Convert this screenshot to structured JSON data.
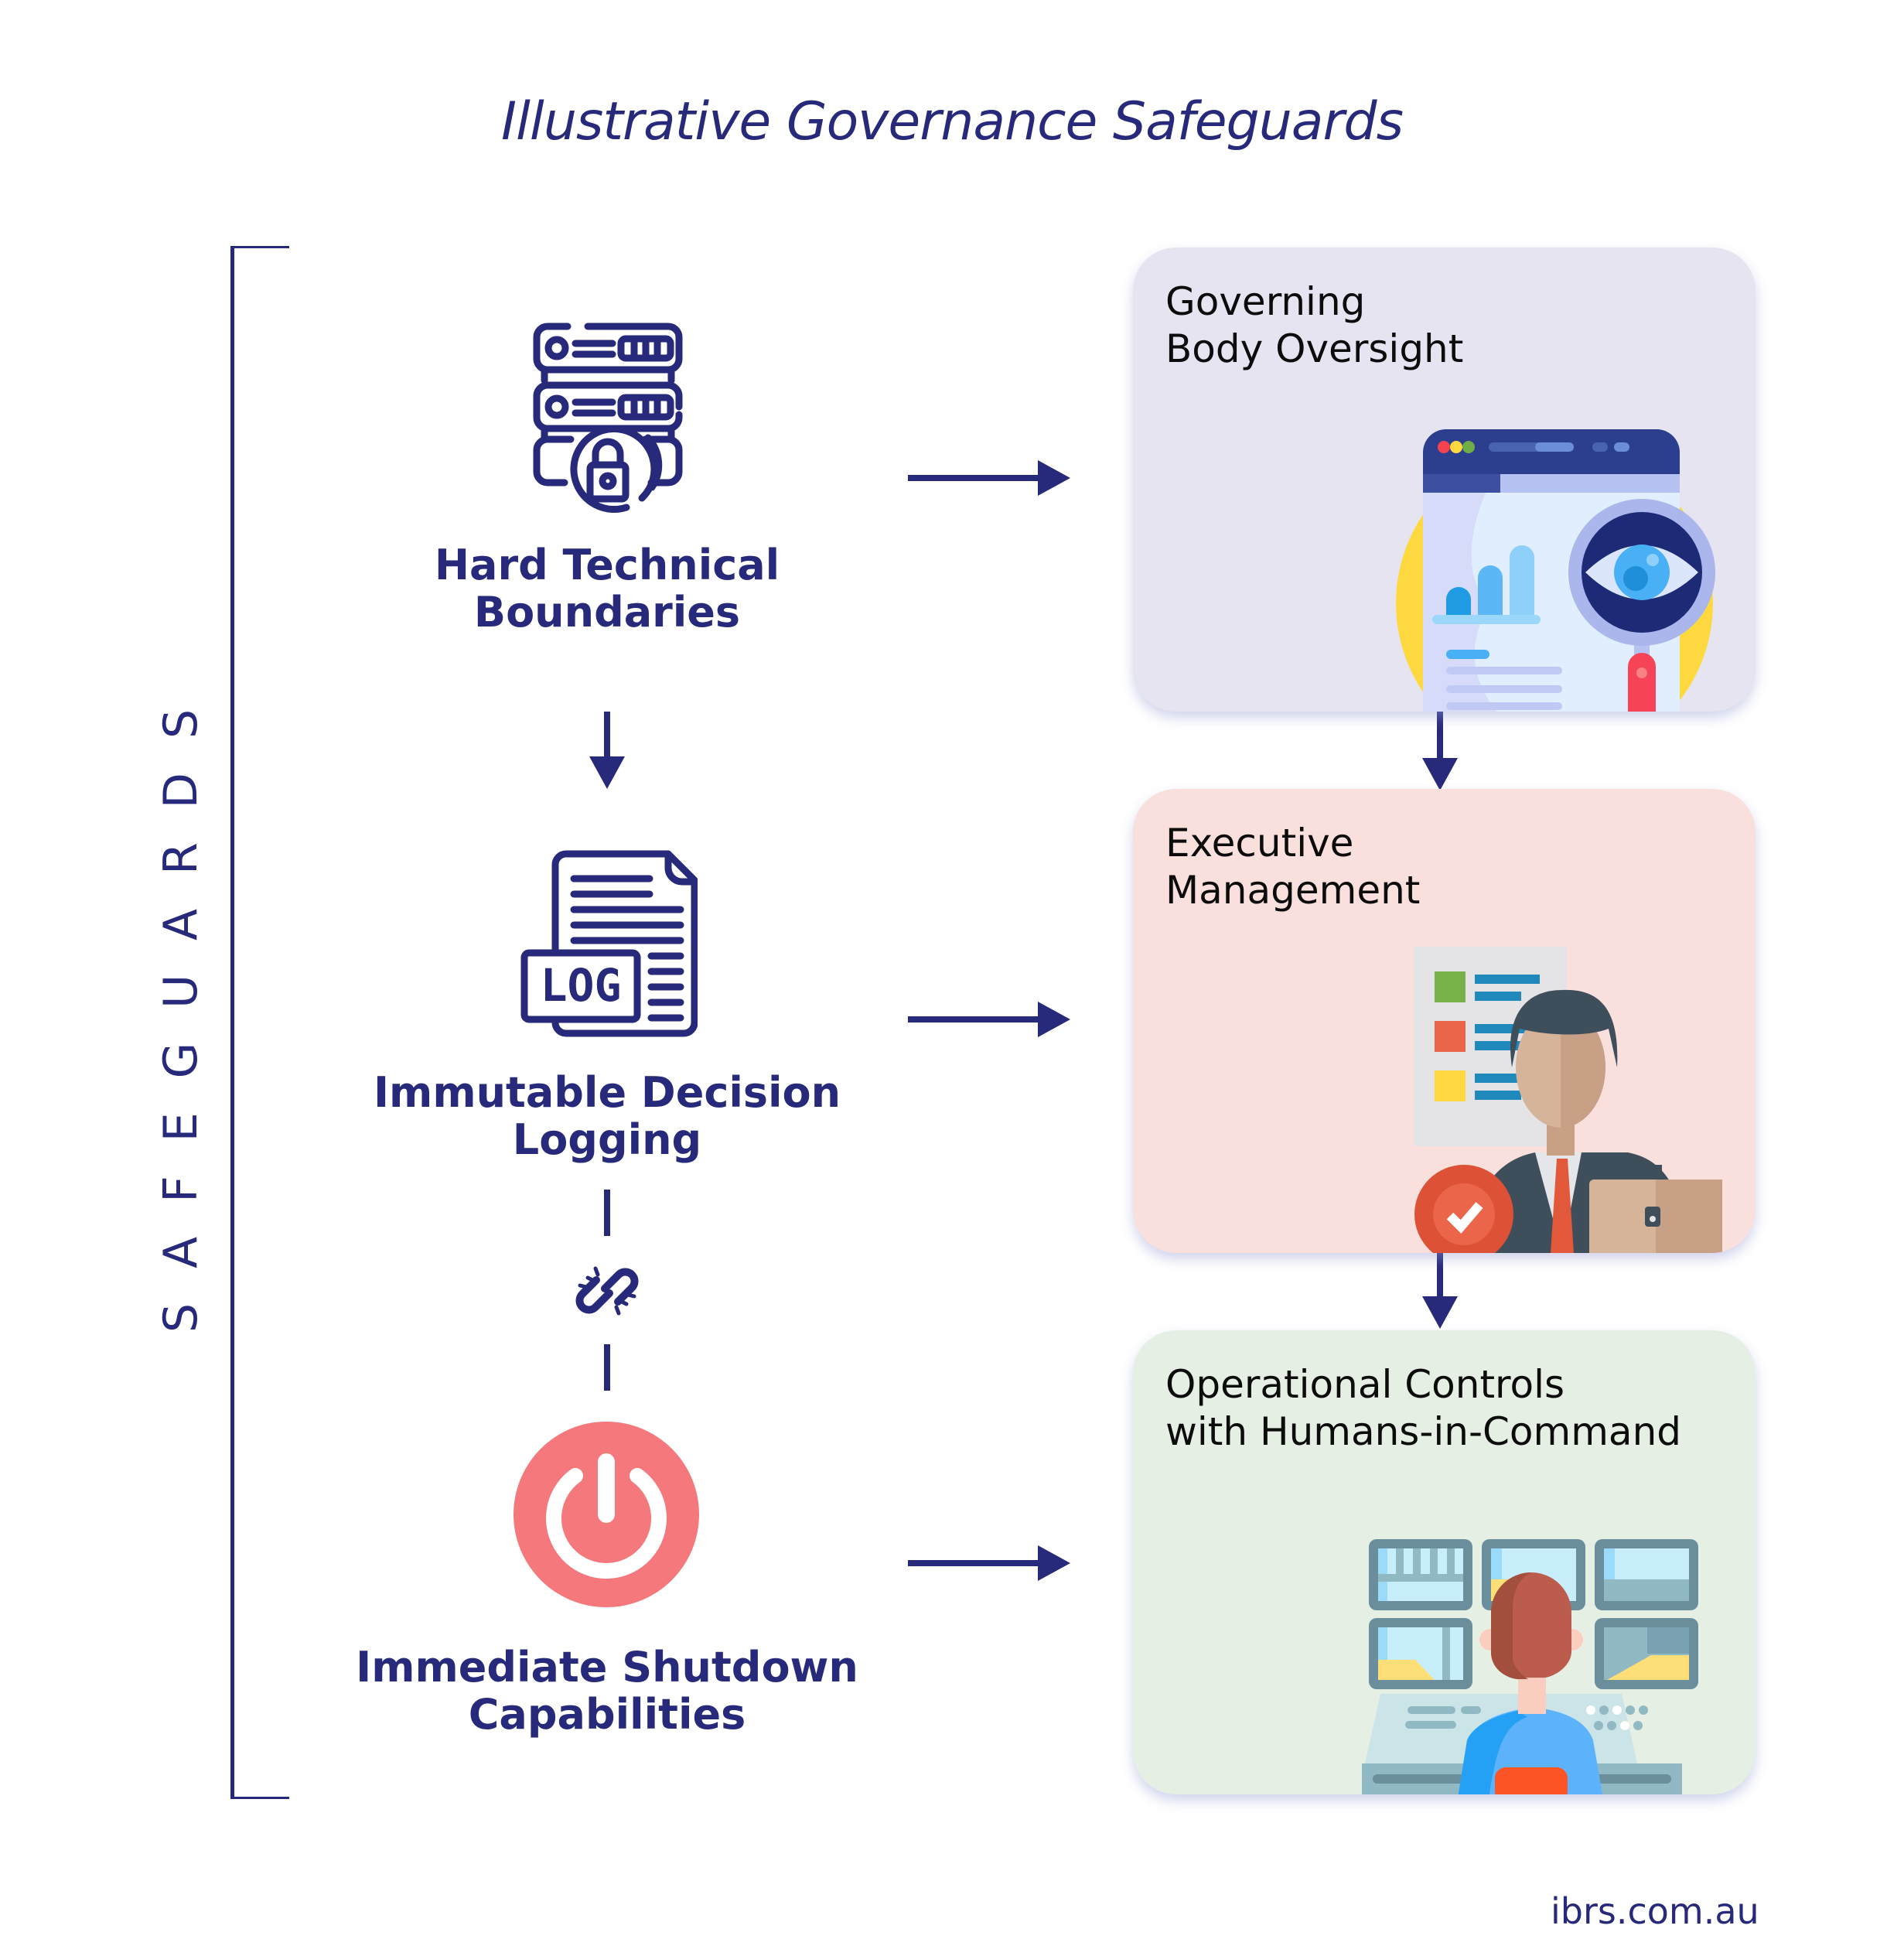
{
  "title": "Illustrative Governance Safeguards",
  "side_label": "SAFEGUARDS",
  "safeguards": [
    {
      "id": "hard-technical-boundaries",
      "line1": "Hard Technical",
      "line2": "Boundaries",
      "icon": "server-lock-icon"
    },
    {
      "id": "immutable-decision-logging",
      "line1": "Immutable Decision",
      "line2": "Logging",
      "icon": "log-document-icon",
      "icon_text": "LOG"
    },
    {
      "id": "immediate-shutdown-capabilities",
      "line1": "Immediate Shutdown",
      "line2": "Capabilities",
      "icon": "power-button-icon"
    }
  ],
  "connector_icon": "broken-link-icon",
  "governance_levels": [
    {
      "id": "governing-body-oversight",
      "line1": "Governing",
      "line2": "Body Oversight",
      "illustration": "web-analytics-magnifier-eye-illustration",
      "bg": "#e6e4f0"
    },
    {
      "id": "executive-management",
      "line1": "Executive",
      "line2": "Management",
      "illustration": "businessman-briefcase-checklist-illustration",
      "bg": "#f9e0dc"
    },
    {
      "id": "operational-controls",
      "line1": "Operational Controls",
      "line2": "with Humans-in-Command",
      "illustration": "control-room-operator-illustration",
      "bg": "#e6efe4"
    }
  ],
  "footer": "ibrs.com.au",
  "colors": {
    "primary": "#27297a",
    "power": "#f5787c",
    "text_dark": "#0c0c0c"
  }
}
